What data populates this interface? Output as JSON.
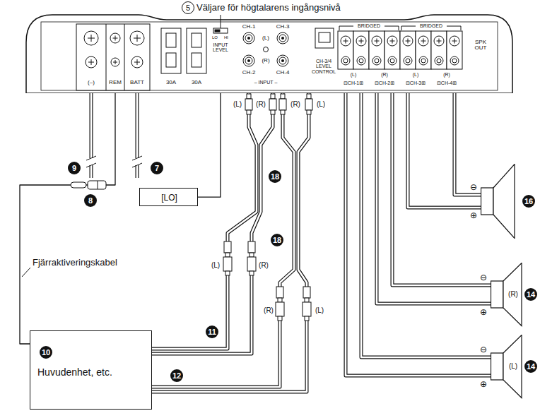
{
  "diagram": {
    "nodes": [
      {
        "text": [
          "(–)",
          "REM",
          "BATT",
          "30A",
          "30A",
          "LO",
          "HI",
          "INPUT LEVEL",
          "CH-1",
          "(L)",
          "CH-3",
          "(R)",
          "CH-2",
          "CH-4",
          "– INPUT –",
          "CH-3/4 LEVEL CONTROL",
          "BRIDGED",
          "BRIDGED",
          "SPK OUT",
          "(L)",
          "(R)",
          "(L)",
          "(R)",
          "⊟CH-1⊞",
          "⊟CH-2⊞",
          "⊟CH-3⊞",
          "⊟CH-4⊞"
        ]
      },
      {
        "text": [
          "[LO]"
        ]
      },
      {
        "text": [
          "10",
          "Huvudenhet, etc."
        ]
      },
      {
        "text": [
          "16"
        ]
      },
      {
        "text": [
          "(R)",
          "14"
        ]
      },
      {
        "text": [
          "(L)",
          "14"
        ]
      }
    ],
    "edges": [
      {
        "from": 2,
        "to": 0,
        "arrow": "none"
      },
      {
        "from": 1,
        "to": 0,
        "arrow": "none"
      },
      {
        "from": 2,
        "to": 0,
        "arrow": "none"
      },
      {
        "from": 2,
        "to": 0,
        "arrow": "none"
      },
      {
        "from": 2,
        "to": 0,
        "arrow": "none"
      },
      {
        "from": 2,
        "to": 0,
        "arrow": "none"
      },
      {
        "from": 0,
        "to": 3,
        "arrow": "none"
      },
      {
        "from": 0,
        "to": 3,
        "arrow": "none"
      },
      {
        "from": 0,
        "to": 4,
        "arrow": "none"
      },
      {
        "from": 0,
        "to": 4,
        "arrow": "none"
      },
      {
        "from": 0,
        "to": 5,
        "arrow": "none"
      },
      {
        "from": 0,
        "to": 5,
        "arrow": "none"
      }
    ],
    "labels": [
      "5",
      "Väljare för högtalarens ingångsnivå",
      "9",
      "7",
      "8",
      "Fjärraktiveringskabel",
      "(L)",
      "(R)",
      "(R)",
      "(L)",
      "18",
      "18",
      "(L)",
      "(R)",
      "(R)",
      "(L)",
      "11",
      "12",
      "⊖",
      "⊕",
      "⊖",
      "⊕",
      "⊖",
      "⊕"
    ]
  }
}
